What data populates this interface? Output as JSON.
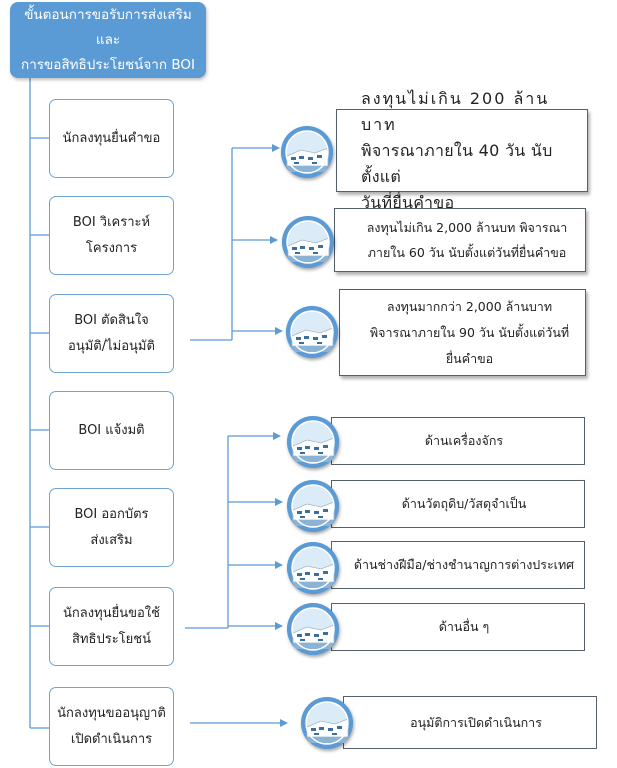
{
  "title": {
    "line1": "ขั้นตอนการขอรับการส่งเสริมและ",
    "line2": "การขอสิทธิประโยชน์จาก BOI"
  },
  "steps": [
    {
      "line1": "นักลงทุนยื่นคำขอ",
      "line2": ""
    },
    {
      "line1": "BOI วิเคราะห์",
      "line2": "โครงการ"
    },
    {
      "line1": "BOI ตัดสินใจ",
      "line2": "อนุมัติ/ไม่อนุมัติ"
    },
    {
      "line1": "BOI แจ้งมติ",
      "line2": ""
    },
    {
      "line1": "BOI ออกบัตร",
      "line2": "ส่งเสริม"
    },
    {
      "line1": "นักลงทุนยื่นขอใช้",
      "line2": "สิทธิประโยชน์"
    },
    {
      "line1": "นักลงทุนขออนุญาติ",
      "line2": "เปิดดำเนินการ"
    }
  ],
  "timelines": [
    {
      "line1": "ลงทุนไม่เกิน 200 ล้านบาท",
      "line2": "พิจารณาภายใน 40 วัน นับตั้งแต่",
      "line3": "วันที่ยื่นคำขอ"
    },
    {
      "line1": "ลงทุนไม่เกิน 2,000 ล้านบท พิจารณา",
      "line2": "ภายใน 60 วัน นับตั้งแต่วันที่ยื่นคำขอ",
      "line3": ""
    },
    {
      "line1": "ลงทุนมากกว่า 2,000 ล้านบาท",
      "line2": "พิจารณาภายใน 90 วัน นับตั้งแต่วันที่",
      "line3": "ยื่นคำขอ"
    }
  ],
  "benefits": [
    {
      "label": "ด้านเครื่องจักร"
    },
    {
      "label": "ด้านวัตถุดิบ/วัสดุจำเป็น"
    },
    {
      "label": "ด้านช่างฝีมือ/ช่างชำนาญการต่างประเทศ"
    },
    {
      "label": "ด้านอื่น ๆ"
    }
  ],
  "operation": {
    "label": "อนุมัติการเปิดดำเนินการ"
  },
  "colors": {
    "accent": "#5b9bd5",
    "connector": "#5b9bd5",
    "box_border": "#55606b"
  },
  "icons": {
    "circle": "building-photo-icon"
  }
}
